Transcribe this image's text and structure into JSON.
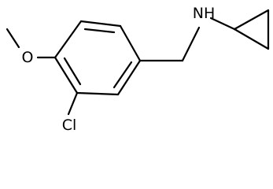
{
  "structure": {
    "atoms": {
      "methoxy_oxygen": "O",
      "chlorine": "Cl",
      "amine": "NH"
    },
    "colors": {
      "bond": "#000000",
      "label": "#000000",
      "background": "#ffffff"
    }
  }
}
